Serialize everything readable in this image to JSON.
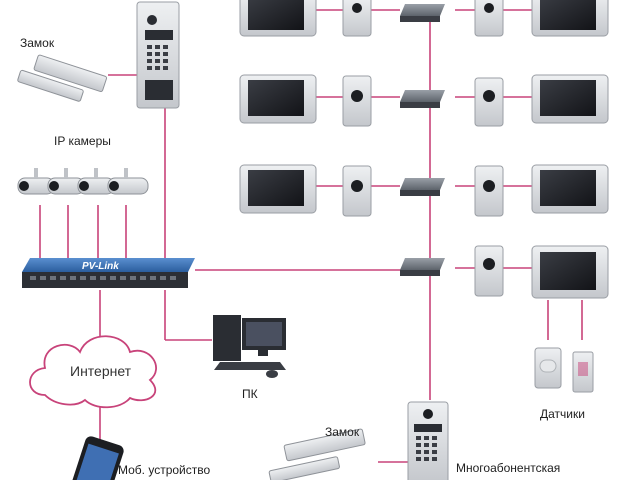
{
  "labels": {
    "lock_top": "Замок",
    "ip_cameras": "IP камеры",
    "internet": "Интернет",
    "pc": "ПК",
    "mobile": "Моб. устройство",
    "lock_bottom": "Замок",
    "sensors": "Датчики",
    "multi_panel": "Многоабонентская"
  },
  "switch_brand": "PV-Link",
  "colors": {
    "line": "#c8437a",
    "device_silver": "#d6d8dc",
    "device_dark": "#2a2d33",
    "screen": "#1c1e22"
  },
  "icons": {
    "cloud": "cloud-icon",
    "pc": "desktop-computer-icon",
    "phone": "smartphone-icon",
    "lock": "magnetic-lock-icon",
    "camera": "bullet-camera-icon",
    "switch": "network-switch-icon",
    "sensor": "motion-sensor-icon"
  }
}
